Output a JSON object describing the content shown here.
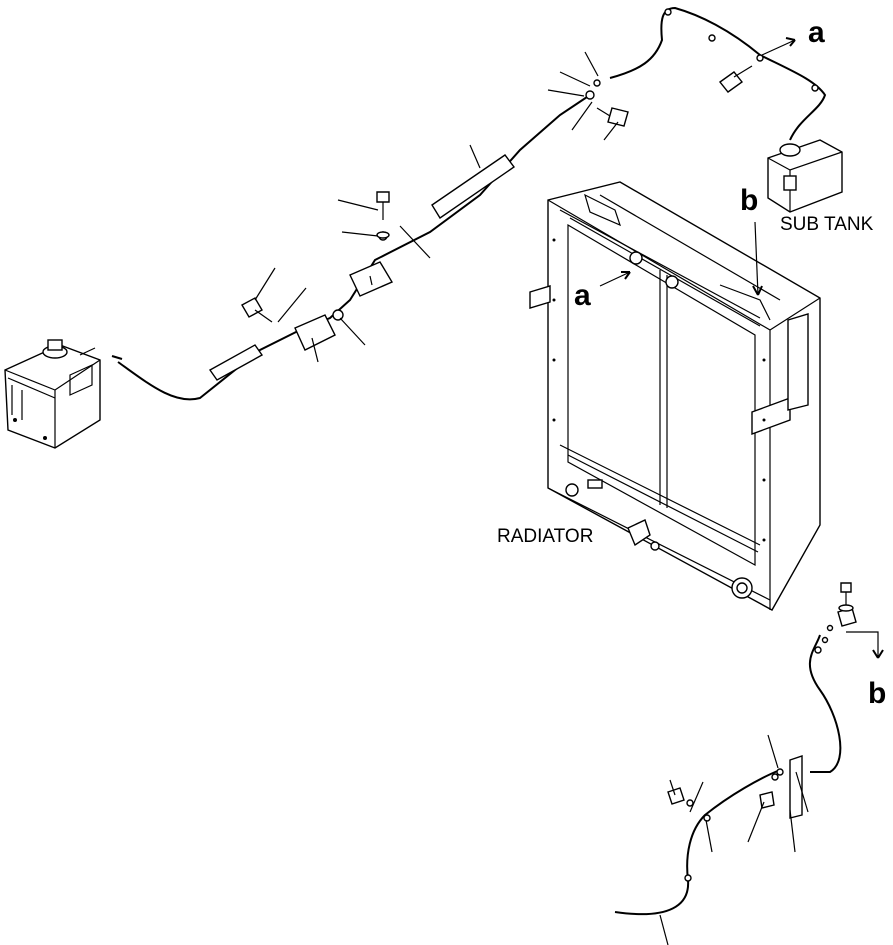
{
  "labels": {
    "sub_tank": "SUB TANK",
    "radiator": "RADIATOR",
    "ref_a_top": "a",
    "ref_a_radiator": "a",
    "ref_b_radiator": "b",
    "ref_b_bottom": "b"
  }
}
